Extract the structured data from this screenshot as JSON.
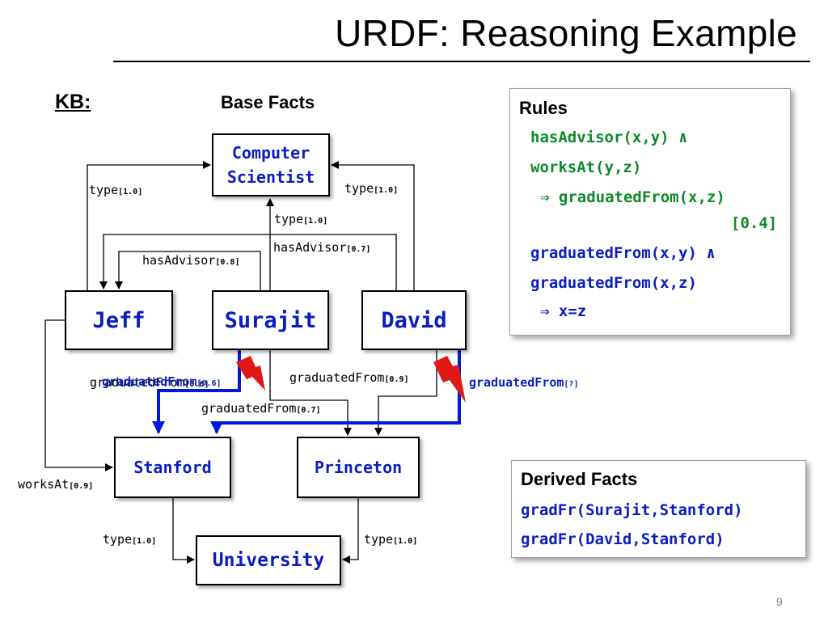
{
  "title": "URDF: Reasoning Example",
  "kb_label": "KB:",
  "base_facts_label": "Base Facts",
  "nodes": {
    "computer_scientist_line1": "Computer",
    "computer_scientist_line2": "Scientist",
    "jeff": "Jeff",
    "surajit": "Surajit",
    "david": "David",
    "stanford": "Stanford",
    "princeton": "Princeton",
    "university": "University"
  },
  "edges": {
    "jeff_type": {
      "label": "type",
      "weight": "[1.0]"
    },
    "surajit_type": {
      "label": "type",
      "weight": "[1.0]"
    },
    "david_type": {
      "label": "type",
      "weight": "[1.0]"
    },
    "surajit_hasadvisor": {
      "label": "hasAdvisor",
      "weight": "[0.8]"
    },
    "david_hasadvisor": {
      "label": "hasAdvisor",
      "weight": "[0.7]"
    },
    "jeff_gradfrom_obscured": {
      "label": "graduatedFrom",
      "weight": "[0.6]"
    },
    "surajit_gradfrom_derived": {
      "label": "graduatedFrom",
      "weight": "[0.6]"
    },
    "surajit_gradfrom_princeton": {
      "label": "graduatedFrom",
      "weight": "[0.7]"
    },
    "david_gradfrom_princeton": {
      "label": "graduatedFrom",
      "weight": "[0.9]"
    },
    "david_gradfrom_derived": {
      "label": "graduatedFrom",
      "weight": "[?]"
    },
    "jeff_worksat": {
      "label": "worksAt",
      "weight": "[0.9]"
    },
    "stanford_type": {
      "label": "type",
      "weight": "[1.0]"
    },
    "princeton_type": {
      "label": "type",
      "weight": "[1.0]"
    }
  },
  "rules_panel": {
    "heading": "Rules",
    "rule1_line1": "hasAdvisor(x,y) ∧",
    "rule1_line2": "worksAt(y,z)",
    "rule1_line3": "⇒ graduatedFrom(x,z)",
    "rule1_weight": "[0.4]",
    "rule2_line1": "graduatedFrom(x,y) ∧",
    "rule2_line2": "graduatedFrom(x,z)",
    "rule2_line3": "⇒ x=z"
  },
  "derived_panel": {
    "heading": "Derived Facts",
    "fact1": "gradFr(Surajit,Stanford)",
    "fact2": "gradFr(David,Stanford)"
  },
  "page_number": "9",
  "colors": {
    "node_text": "#0a1ec0",
    "rule_green": "#0c8a2a",
    "derived_edge": "#0018e0",
    "conflict_bolt": "#e01818"
  }
}
